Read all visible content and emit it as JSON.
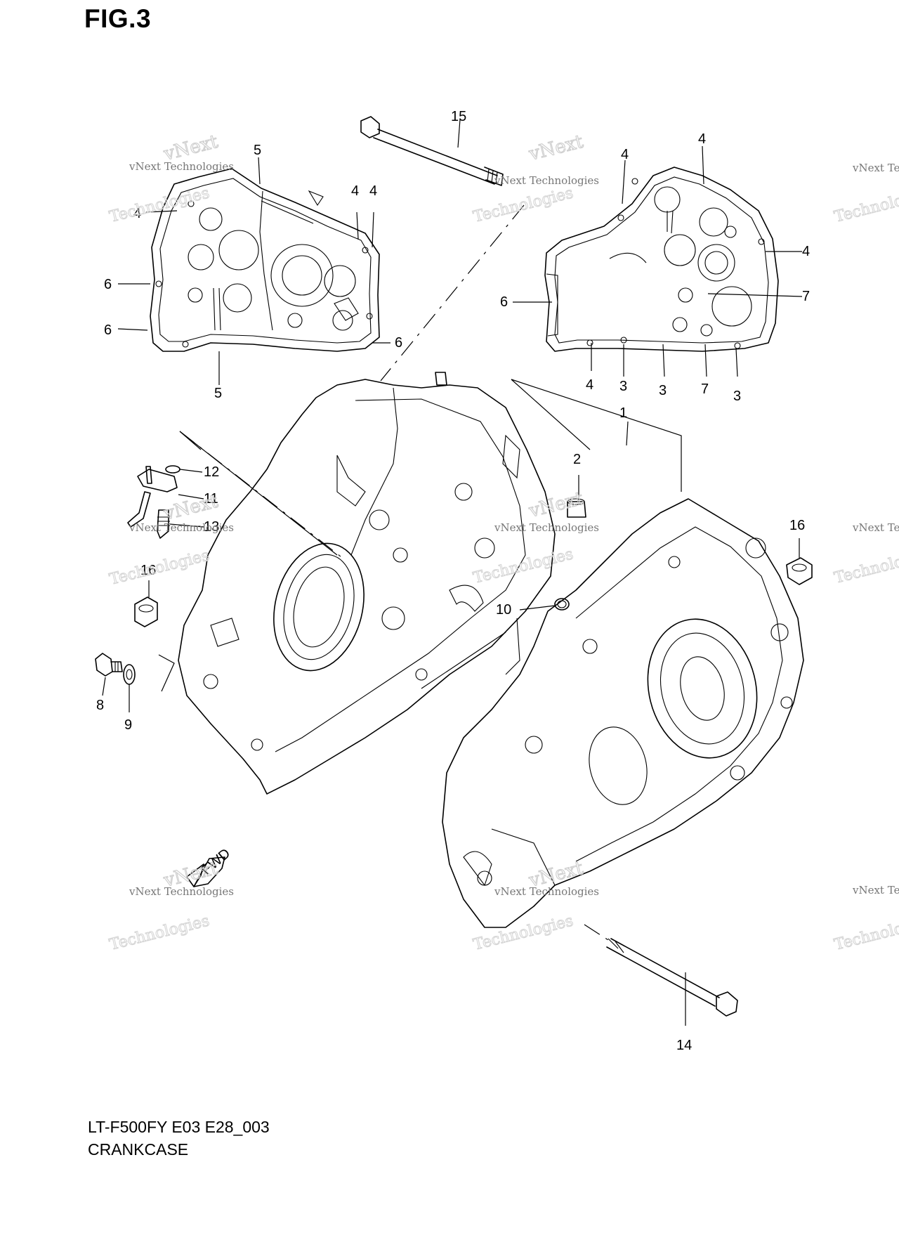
{
  "figure": {
    "title": "FIG.3"
  },
  "callouts": [
    "15",
    "5",
    "4",
    "4",
    "4",
    "6",
    "6",
    "6",
    "5",
    "4",
    "4",
    "4",
    "7",
    "6",
    "4",
    "3",
    "3",
    "7",
    "3",
    "1",
    "2",
    "16",
    "12",
    "11",
    "13",
    "16",
    "10",
    "8",
    "9",
    "14"
  ],
  "watermark": {
    "line1": "vNext Technologies",
    "line2": "vNext",
    "line3": "Technologies"
  },
  "direction_label": "FWD",
  "caption": {
    "model_code": "LT-F500FY E03 E28_003",
    "part_group": "CRANKCASE"
  },
  "colors": {
    "line": "#000000",
    "background": "#ffffff",
    "watermark": "#c8c8c8"
  }
}
